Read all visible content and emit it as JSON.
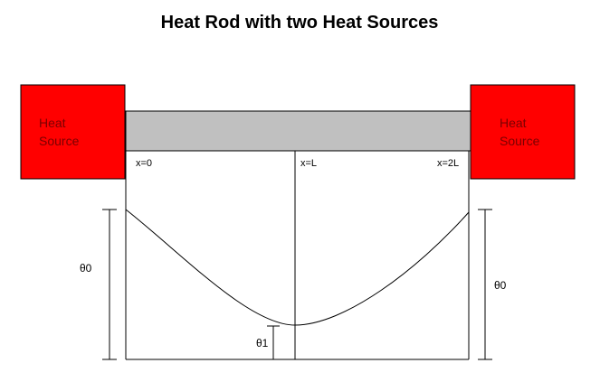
{
  "title": "Heat Rod with two Heat Sources",
  "colors": {
    "heat_source": "#ff0000",
    "rod": "#c0c0c0",
    "line": "#000000",
    "background": "#ffffff"
  },
  "heat_sources": [
    {
      "line1": "Heat",
      "line2": "Source"
    },
    {
      "line1": "Heat",
      "line2": "Source"
    }
  ],
  "positions": {
    "left": "x=0",
    "middle": "x=L",
    "right": "x=2L"
  },
  "temperatures": {
    "left": "θ0",
    "right": "θ0",
    "minimum": "θ1"
  }
}
